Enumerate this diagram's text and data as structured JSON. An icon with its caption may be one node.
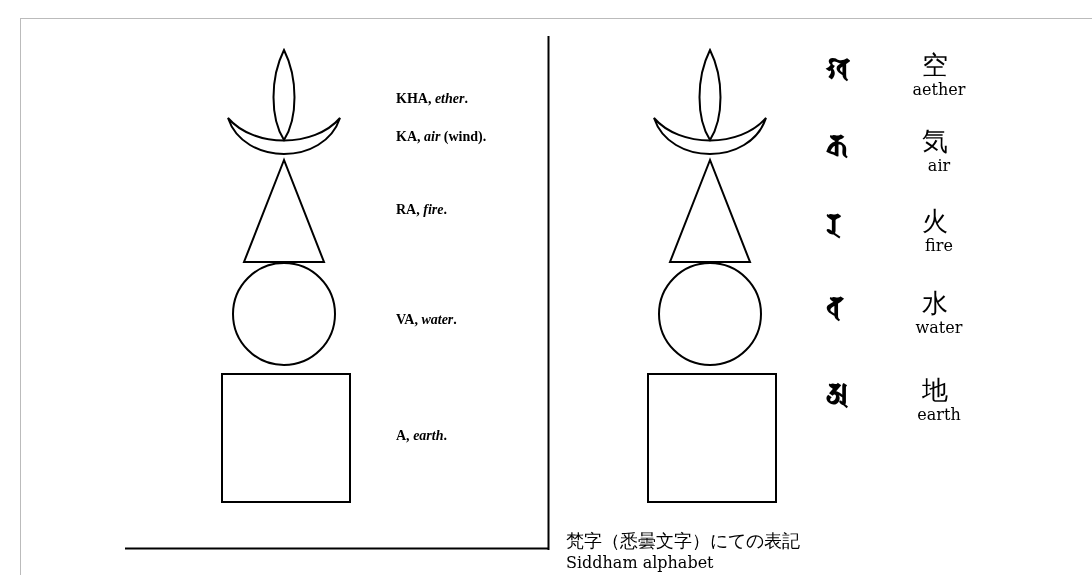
{
  "diagram": {
    "labels": [
      "KHA, *ether*.",
      "KA, *air* (wind).",
      "RA, *fire*.",
      "VA, *water*.",
      "A, *earth*.",
      "𑖏",
      "空",
      "aether",
      "𑖎",
      "気",
      "air",
      "𑖨",
      "火",
      "fire",
      "𑖪",
      "水",
      "water",
      "𑖀",
      "地",
      "earth",
      "梵字（悉曇文字）にての表記",
      "Siddham alphabet"
    ]
  }
}
